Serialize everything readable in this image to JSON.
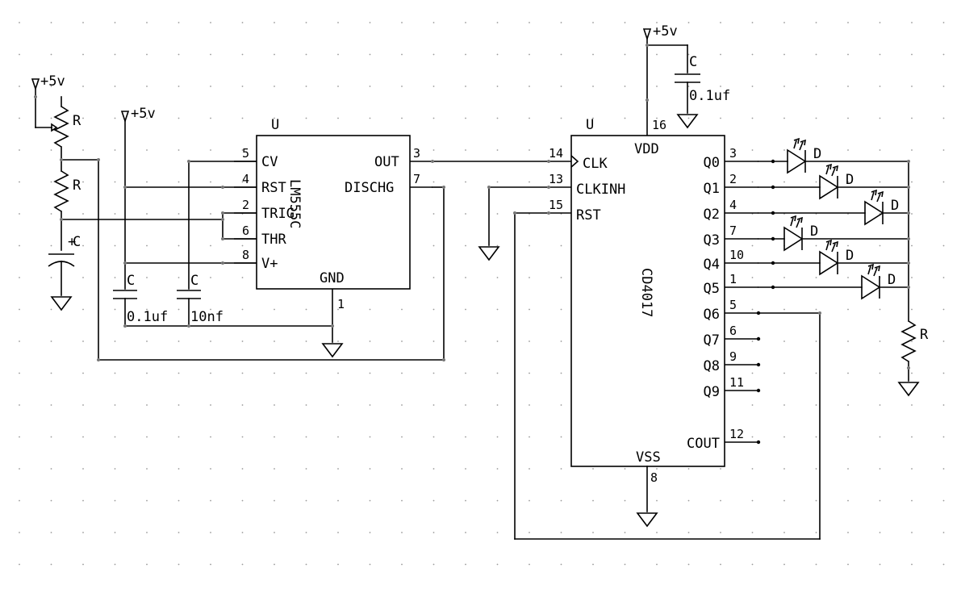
{
  "power": {
    "vcc": "+5v"
  },
  "timer": {
    "ref": "U",
    "part": "LM555C",
    "pins": [
      {
        "num": "5",
        "name": "CV"
      },
      {
        "num": "4",
        "name": "RST"
      },
      {
        "num": "2",
        "name": "TRIG"
      },
      {
        "num": "6",
        "name": "THR"
      },
      {
        "num": "8",
        "name": "V+"
      },
      {
        "num": "3",
        "name": "OUT"
      },
      {
        "num": "7",
        "name": "DISCHG"
      },
      {
        "num": "1",
        "name": "GND"
      }
    ]
  },
  "counter": {
    "ref": "U",
    "part": "CD4017",
    "pins": [
      {
        "num": "16",
        "name": "VDD"
      },
      {
        "num": "14",
        "name": "CLK"
      },
      {
        "num": "13",
        "name": "CLKINH"
      },
      {
        "num": "15",
        "name": "RST"
      },
      {
        "num": "8",
        "name": "VSS"
      },
      {
        "num": "3",
        "name": "Q0"
      },
      {
        "num": "2",
        "name": "Q1"
      },
      {
        "num": "4",
        "name": "Q2"
      },
      {
        "num": "7",
        "name": "Q3"
      },
      {
        "num": "10",
        "name": "Q4"
      },
      {
        "num": "1",
        "name": "Q5"
      },
      {
        "num": "5",
        "name": "Q6"
      },
      {
        "num": "6",
        "name": "Q7"
      },
      {
        "num": "9",
        "name": "Q8"
      },
      {
        "num": "11",
        "name": "Q9"
      },
      {
        "num": "12",
        "name": "COUT"
      }
    ]
  },
  "parts": {
    "resistor": "R",
    "capacitor": "C",
    "diode": "D",
    "polarity": "+",
    "cap_01uf": "0.1uf",
    "cap_10nf": "10nf"
  }
}
